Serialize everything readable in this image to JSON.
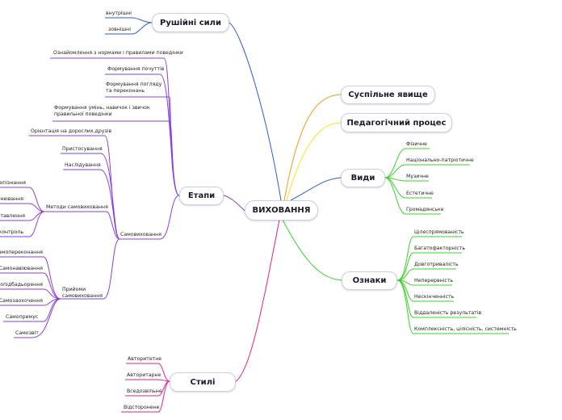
{
  "central": {
    "label": "ВИХОВАННЯ"
  },
  "branches": {
    "rushiini": {
      "label": "Рушійні сили",
      "color": "#2f5bd6",
      "items": [
        "внутрішні",
        "зовнішні"
      ]
    },
    "suspilne": {
      "label": "Суспільне явище",
      "color": "#f39a1e"
    },
    "pedahohichnyi": {
      "label": "Педагогічний процес",
      "color": "#f2e81a"
    },
    "vydy": {
      "label": "Види",
      "color": "#2f5bd6",
      "items": [
        "Фізичне",
        "Національно-патріотичне",
        "Музичне",
        "Естетичне",
        "Громадянське"
      ]
    },
    "oznaky": {
      "label": "Ознаки",
      "color": "#3ccf2a",
      "items": [
        "Цілеспрямованість",
        "Багатофакторність",
        "Довготривалість",
        "Неперервність",
        "Нескінченність",
        "Віддаленість результатів",
        "Комплексність, цілісність, системність"
      ]
    },
    "etapy": {
      "label": "Етапи",
      "color": "#8a3fd6",
      "items": [
        "Ознайомлення з нормами і правилами поведінки",
        "Формування почуттів",
        "Формування погляду та переконань",
        "Формування умінь, навичок і звичок правильної поведінки",
        "Самовиховання"
      ],
      "samovykhovannia_items": [
        "Орієнтація на дорослих,друзів",
        "Пристосування",
        "Наслідування",
        "Методи самовиховання",
        "Прийоми самовиховання"
      ],
      "metody": [
        "самопізнання",
        "самооцінювання",
        "самопоставлення",
        "самоконтроль"
      ],
      "pryiomy": [
        "Самопереконання",
        "Самонавіювання",
        "Самопідбадьорення",
        "Самозаохочення",
        "Самопримус",
        "Самозвіт"
      ]
    },
    "styli": {
      "label": "Стилі",
      "color": "#e0208f",
      "items": [
        "Авторитетне",
        "Авторитарне",
        "Вседозвільне",
        "Відсторонене"
      ]
    }
  }
}
